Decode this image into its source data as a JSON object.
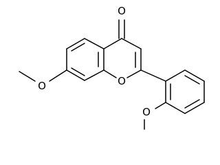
{
  "atoms": {
    "carbonyl_oxygen": "O",
    "ring_oxygen": "O",
    "methoxy_oxygen_left": "O",
    "methoxy_oxygen_right": "O"
  },
  "colors": {
    "background": "#ffffff",
    "ink": "#000000"
  }
}
